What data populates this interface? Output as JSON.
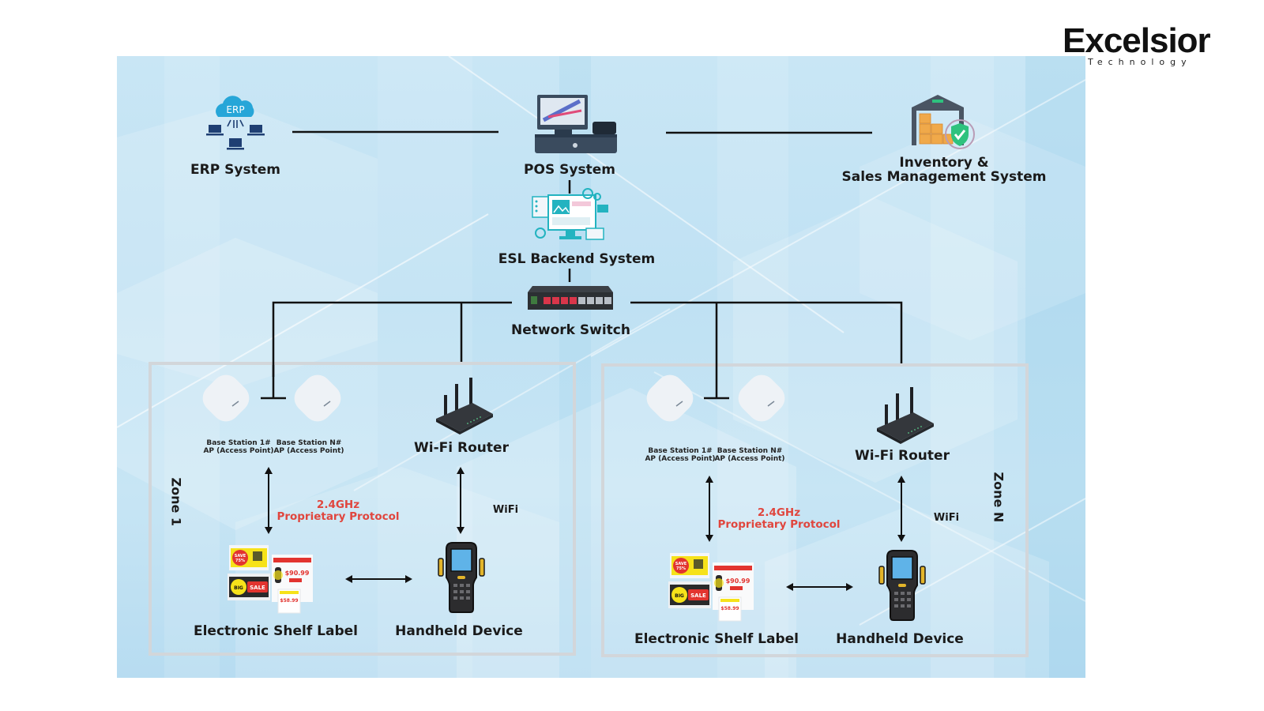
{
  "brand": {
    "name": "Excelsior",
    "tagline": "Technology"
  },
  "diagram": {
    "title": "ESL System Architecture",
    "top_systems": [
      {
        "id": "erp",
        "label": "ERP System",
        "icon": "erp-cloud-network-icon",
        "icon_text": "ERP"
      },
      {
        "id": "pos",
        "label": "POS System",
        "icon": "pos-terminal-icon"
      },
      {
        "id": "inventory",
        "label_line1": "Inventory &",
        "label_line2": "Sales Management System",
        "icon": "warehouse-shield-icon"
      }
    ],
    "backend": {
      "label": "ESL Backend System",
      "icon": "backend-dashboard-icon"
    },
    "switch": {
      "label": "Network Switch",
      "icon": "network-switch-icon"
    },
    "zones": [
      {
        "name": "Zone 1",
        "base_station_1": {
          "line1": "Base Station 1#",
          "line2": "AP (Access Point)"
        },
        "base_station_n": {
          "line1": "Base Station N#",
          "line2": "AP (Access Point)"
        },
        "router": {
          "label": "Wi-Fi Router"
        },
        "protocol": {
          "line1": "2.4GHz",
          "line2": "Proprietary Protocol"
        },
        "wifi_label": "WiFi",
        "esl": {
          "label": "Electronic Shelf Label",
          "tags": [
            "SAVE 75%",
            "BIG SALE",
            "$90.99",
            "$58.99"
          ]
        },
        "handheld": {
          "label": "Handheld Device"
        }
      },
      {
        "name": "Zone N",
        "base_station_1": {
          "line1": "Base Station 1#",
          "line2": "AP (Access Point)"
        },
        "base_station_n": {
          "line1": "Base Station N#",
          "line2": "AP (Access Point)"
        },
        "router": {
          "label": "Wi-Fi Router"
        },
        "protocol": {
          "line1": "2.4GHz",
          "line2": "Proprietary Protocol"
        },
        "wifi_label": "WiFi",
        "esl": {
          "label": "Electronic Shelf Label",
          "tags": [
            "SAVE 75%",
            "BIG SALE",
            "$90.99",
            "$58.99"
          ]
        },
        "handheld": {
          "label": "Handheld Device"
        }
      }
    ]
  },
  "colors": {
    "background": "#c4e3f4",
    "line": "#111111",
    "protocol_text": "#e0463e",
    "zone_border": "#d2d6da",
    "erp_cloud": "#27a6d8",
    "device_navy": "#1f3f73",
    "pos_body": "#3a4b5e",
    "backend_teal": "#23b3c0",
    "box_orange": "#f0a94a",
    "shield_green": "#2ec27e",
    "router_dark": "#2f3236",
    "handheld_screen": "#5fb3e8"
  }
}
